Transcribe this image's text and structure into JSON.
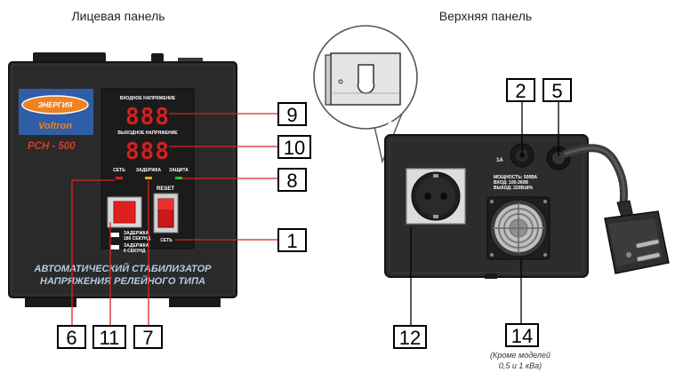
{
  "titles": {
    "front": "Лицевая панель",
    "top": "Верхняя панель"
  },
  "front_panel": {
    "brand_logo": "ЭНЕРГИЯ",
    "brand_sub": "Voltron",
    "model": "РСН - 500",
    "input_voltage_label": "ВХОДНОЕ НАПРЯЖЕНИЕ",
    "output_voltage_label": "ВЫХОДНОЕ НАПРЯЖЕНИЕ",
    "input_display": "888",
    "output_display": "888",
    "indicator_network": "СЕТЬ",
    "indicator_delay": "ЗАДЕРЖКА",
    "indicator_protection": "ЗАЩИТА",
    "reset_label": "RESET",
    "power_switch_label": "СЕТЬ",
    "delay_long_label_1": "ЗАДЕРЖКА",
    "delay_long_label_2": "180 СЕКУНД",
    "delay_short_label_1": "ЗАДЕРЖКА",
    "delay_short_label_2": "6 СЕКУНД",
    "caption_line_1": "АВТОМАТИЧЕСКИЙ СТАБИЛИЗАТОР",
    "caption_line_2": "НАПРЯЖЕНИЯ РЕЛЕЙНОГО ТИПА"
  },
  "top_panel": {
    "fuse_label": "1А",
    "spec_line_1": "МОЩНОСТЬ: 500ВА",
    "spec_line_2": "ВХОД: 100-260В",
    "spec_line_3": "ВЫХОД: 220В±8%",
    "note_line_1": "(Кроме моделей",
    "note_line_2": "0,5 и 1 кВа)"
  },
  "callouts": {
    "c9": "9",
    "c10": "10",
    "c8": "8",
    "c1": "1",
    "c6": "6",
    "c11": "11",
    "c7": "7",
    "c2": "2",
    "c5": "5",
    "c12": "12",
    "c14": "14"
  },
  "colors": {
    "accent": "#e02020",
    "device_body": "#2a2a2a",
    "brand_orange": "#f08020"
  }
}
